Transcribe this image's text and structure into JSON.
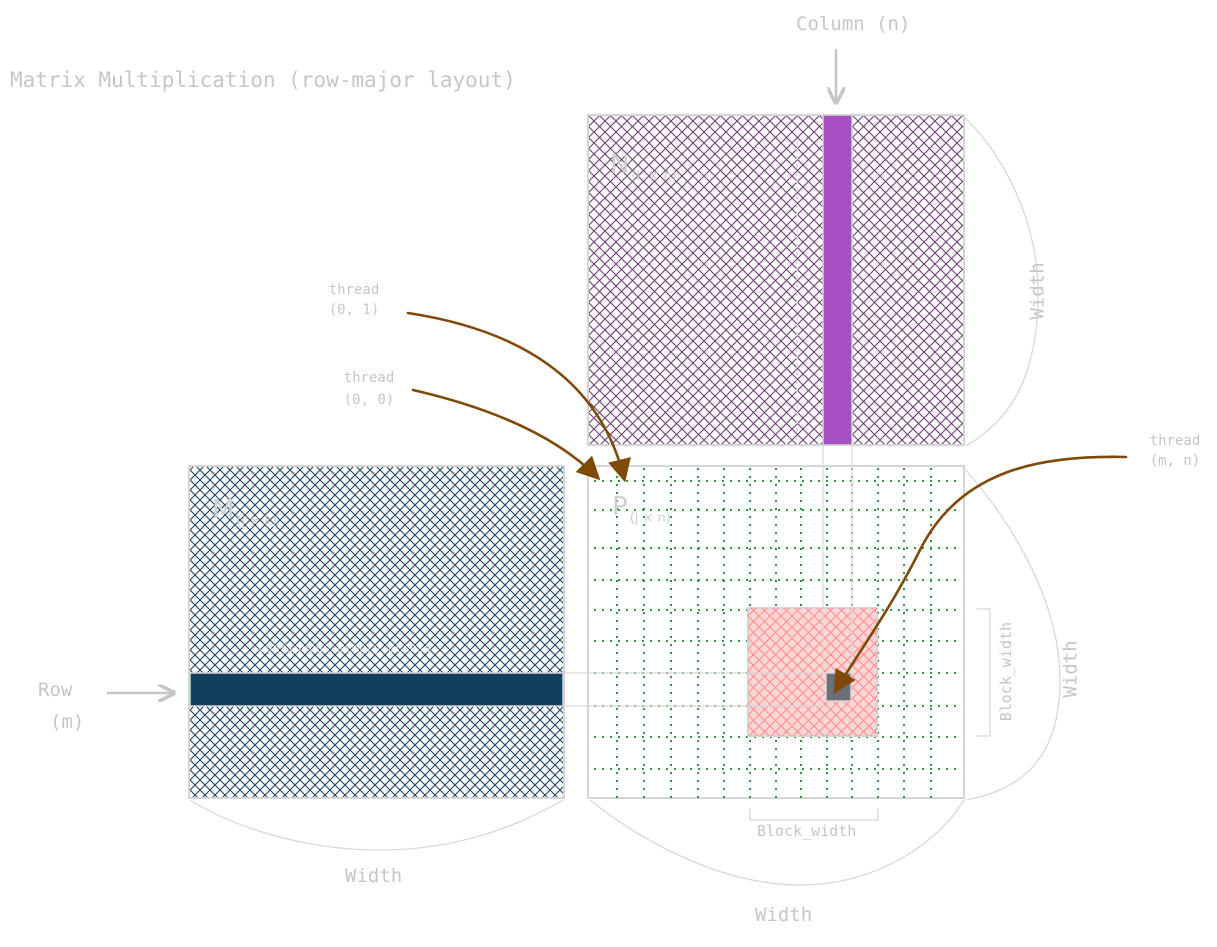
{
  "title": "Matrix Multiplication (row-major layout)",
  "labels": {
    "column": "Column (n)",
    "row_line1": "Row",
    "row_line2": "(m)",
    "thread_01_line1": "thread",
    "thread_01_line2": "(0, 1)",
    "thread_00_line1": "thread",
    "thread_00_line2": "(0, 0)",
    "thread_mn_line1": "thread",
    "thread_mn_line2": "(m, n)",
    "width_right_n": "Width",
    "width_right_p": "Width",
    "width_bottom_m": "Width",
    "width_bottom_p": "Width",
    "block_width_horizontal": "Block_width",
    "block_width_vertical": "Block_width"
  },
  "matrices": {
    "n_name": "N",
    "n_sub": "(k × n)",
    "m_name": "M",
    "m_sub": "(j × k)",
    "p_name": "P",
    "p_sub": "(j × n)",
    "m_row_caption": "contiguous memory access"
  },
  "colors": {
    "n_hatch": "#6b3f70",
    "n_column": "#a64fc0",
    "m_hatch": "#1a4368",
    "m_row": "#133f5f",
    "p_grid": "#2f9a3a",
    "block_hatch": "#ff8f8f",
    "block_fill": "#ffd6d6",
    "thread_cell": "#6b6f76",
    "arrow_brown": "#7f4a08",
    "annotation_gray": "#c6c6c6"
  }
}
